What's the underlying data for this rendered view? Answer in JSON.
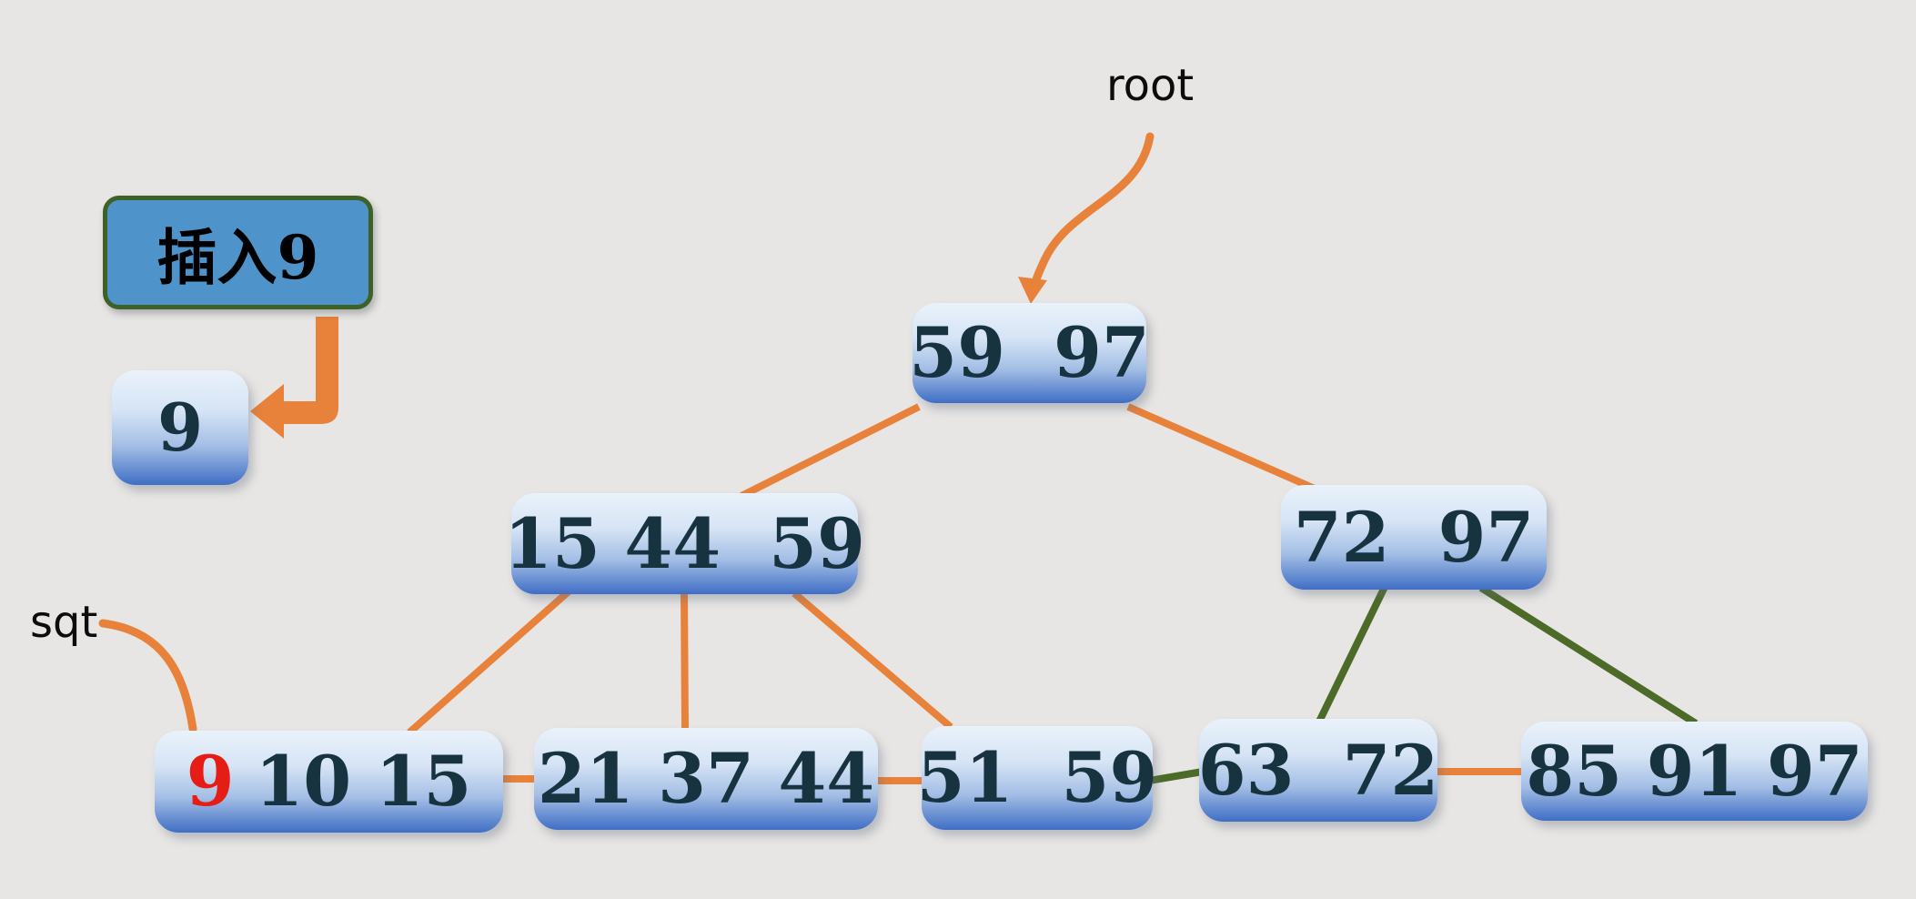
{
  "colors": {
    "background": "#e8e6e4",
    "orange": "#e8823b",
    "green": "#4d6b28",
    "node_text": "#17333f",
    "red_key": "#e51d15",
    "insert_box_fill": "#4e94ca",
    "insert_box_border": "#3e6128",
    "label_text": "#0c0c0c"
  },
  "annotations": {
    "root_label": "root",
    "sqt_label": "sqt"
  },
  "insert_box": {
    "label": "插入9"
  },
  "inserted_node": {
    "label": "9"
  },
  "tree": {
    "root_node": {
      "label": "59  97"
    },
    "internal_nodes": [
      {
        "label": "15 44  59"
      },
      {
        "label": "72  97"
      }
    ],
    "leaf_nodes": [
      {
        "red_key": "9",
        "label": "10 15"
      },
      {
        "label": "21 37 44"
      },
      {
        "label": "51  59"
      },
      {
        "label": "63  72"
      },
      {
        "label": "85 91 97"
      }
    ]
  }
}
